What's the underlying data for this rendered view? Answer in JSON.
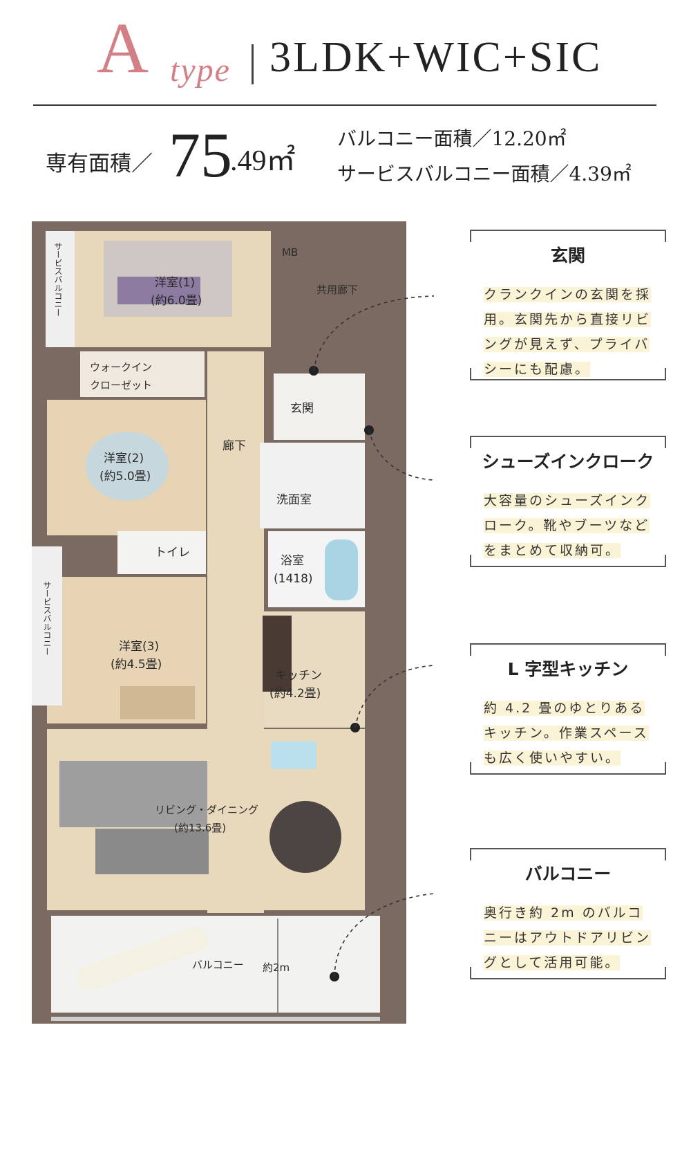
{
  "header": {
    "type_letter": "A",
    "type_word": "type",
    "layout_name": "3LDK+WIC+SIC",
    "area_label": "専有面積／",
    "area_int": "75",
    "area_dec": ".49㎡",
    "balcony_area": "バルコニー面積／12.20㎡",
    "service_balcony_area": "サービスバルコニー面積／4.39㎡"
  },
  "plan": {
    "mb": "MB",
    "common_corridor": "共用廊下",
    "service_balcony": "サービスバルコニー",
    "room1_name": "洋室(1)",
    "room1_size": "(約6.0畳)",
    "wic_line1": "ウォークイン",
    "wic_line2": "クローゼット",
    "room2_name": "洋室(2)",
    "room2_size": "(約5.0畳)",
    "entrance": "玄関",
    "hall": "廊下",
    "washroom": "洗面室",
    "toilet": "トイレ",
    "bath_name": "浴室",
    "bath_size": "(1418)",
    "room3_name": "洋室(3)",
    "room3_size": "(約4.5畳)",
    "kitchen_name": "キッチン",
    "kitchen_size": "(約4.2畳)",
    "ld_name": "リビング・ダイニング",
    "ld_size": "(約13.6畳)",
    "balcony": "バルコニー",
    "balcony_depth": "約2m"
  },
  "callouts": [
    {
      "title": "玄関",
      "lines": [
        "クランクインの玄関を採",
        "用。玄関先から直接リビ",
        "ングが見えず、プライバ",
        "シーにも配慮。"
      ]
    },
    {
      "title": "シューズインクローク",
      "lines": [
        "大容量のシューズインク",
        "ローク。靴やブーツなど",
        "をまとめて収納可。"
      ]
    },
    {
      "title": "L 字型キッチン",
      "lines": [
        "約 4.2 畳のゆとりある",
        "キッチン。作業スペース",
        "も広く使いやすい。"
      ]
    },
    {
      "title": "バルコニー",
      "lines": [
        "奥行き約 2m のバルコ",
        "ニーはアウトドアリビン",
        "グとして活用可能。"
      ]
    }
  ]
}
